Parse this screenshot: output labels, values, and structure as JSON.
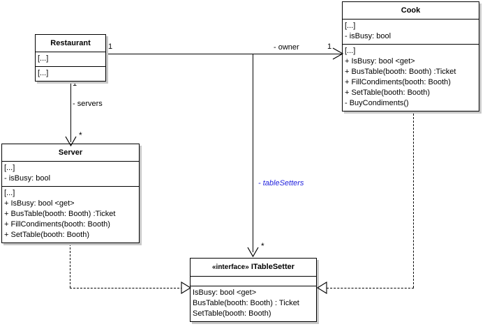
{
  "diagram": {
    "type": "uml-class-diagram",
    "background": "#ffffff",
    "line_color": "#000000",
    "accent_blue": "#2222dd",
    "shadow_color": "#c8c8c8"
  },
  "classes": {
    "restaurant": {
      "name": "Restaurant",
      "attributes": [
        "[...]"
      ],
      "operations": [
        "[...]"
      ]
    },
    "cook": {
      "name": "Cook",
      "attributes": [
        "[...]",
        "-  isBusy: bool"
      ],
      "operations": [
        "[...]",
        "+ IsBusy: bool <get>",
        "+ BusTable(booth: Booth) :Ticket",
        "+ FillCondiments(booth: Booth)",
        "+ SetTable(booth: Booth)",
        "-  BuyCondiments()"
      ]
    },
    "server": {
      "name": "Server",
      "attributes": [
        "[...]",
        "-  isBusy: bool"
      ],
      "operations": [
        "[...]",
        "+ IsBusy: bool <get>",
        "+ BusTable(booth: Booth) :Ticket",
        "+ FillCondiments(booth: Booth)",
        "+ SetTable(booth: Booth)"
      ]
    },
    "itablesetter": {
      "stereotype": "«interface»",
      "name": "ITableSetter",
      "attributes": [],
      "operations": [
        "IsBusy: bool <get>",
        "BusTable(booth: Booth) : Ticket",
        "SetTable(booth: Booth)"
      ]
    }
  },
  "relations": {
    "restaurant_cook": {
      "role": "- owner",
      "source_multiplicity": "1",
      "target_multiplicity": "1",
      "kind": "association"
    },
    "restaurant_server": {
      "role": "- servers",
      "source_multiplicity": "1",
      "target_multiplicity": "*",
      "kind": "association"
    },
    "cook_tablesetters": {
      "role": "- tableSetters",
      "target_multiplicity": "*",
      "kind": "association"
    },
    "server_realizes": {
      "kind": "realization"
    },
    "cook_realizes": {
      "kind": "realization"
    }
  }
}
